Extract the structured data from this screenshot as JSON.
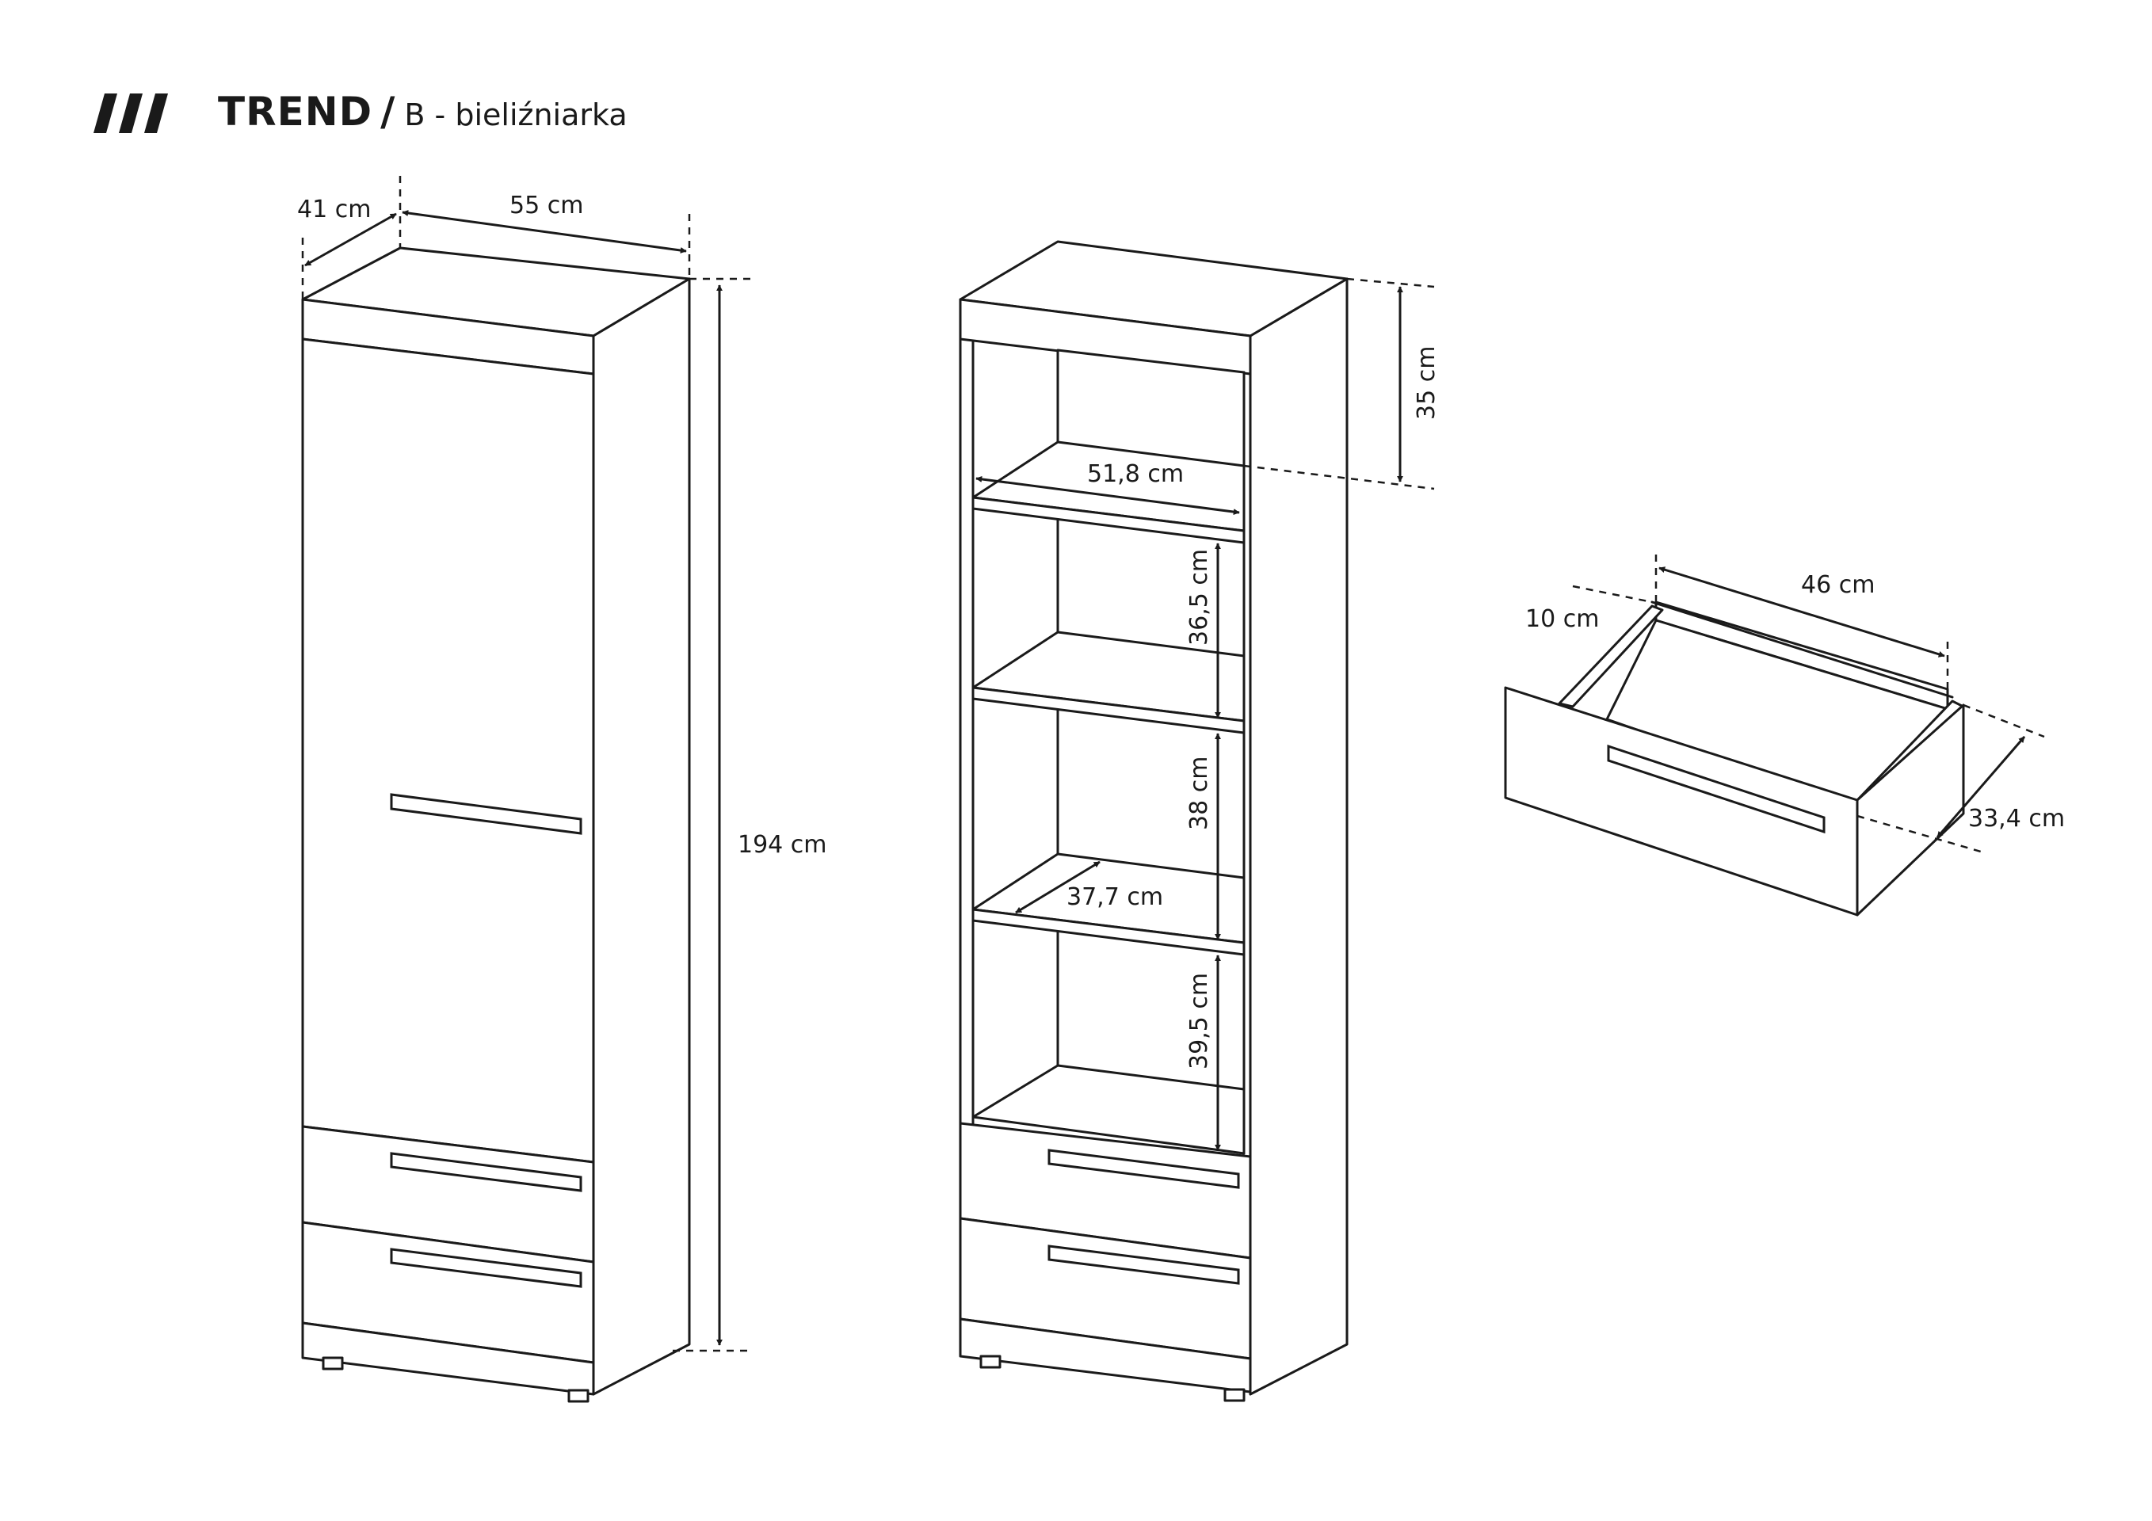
{
  "header": {
    "brand": "TREND",
    "separator": "/",
    "subtitle": "B - bieliźniarka",
    "logo_icon": "triple-slash-icon"
  },
  "dimensions": {
    "cabinet_depth": "41 cm",
    "cabinet_width": "55 cm",
    "cabinet_height": "194 cm",
    "top_compartment_height": "35 cm",
    "shelf_width": "51,8 cm",
    "shelf_gap_1": "36,5 cm",
    "shelf_gap_2": "38 cm",
    "shelf_depth": "37,7 cm",
    "shelf_gap_3": "39,5 cm",
    "drawer_width": "46 cm",
    "drawer_height": "10 cm",
    "drawer_depth": "33,4 cm"
  },
  "colors": {
    "line": "#1a1a1a",
    "background": "#ffffff"
  }
}
